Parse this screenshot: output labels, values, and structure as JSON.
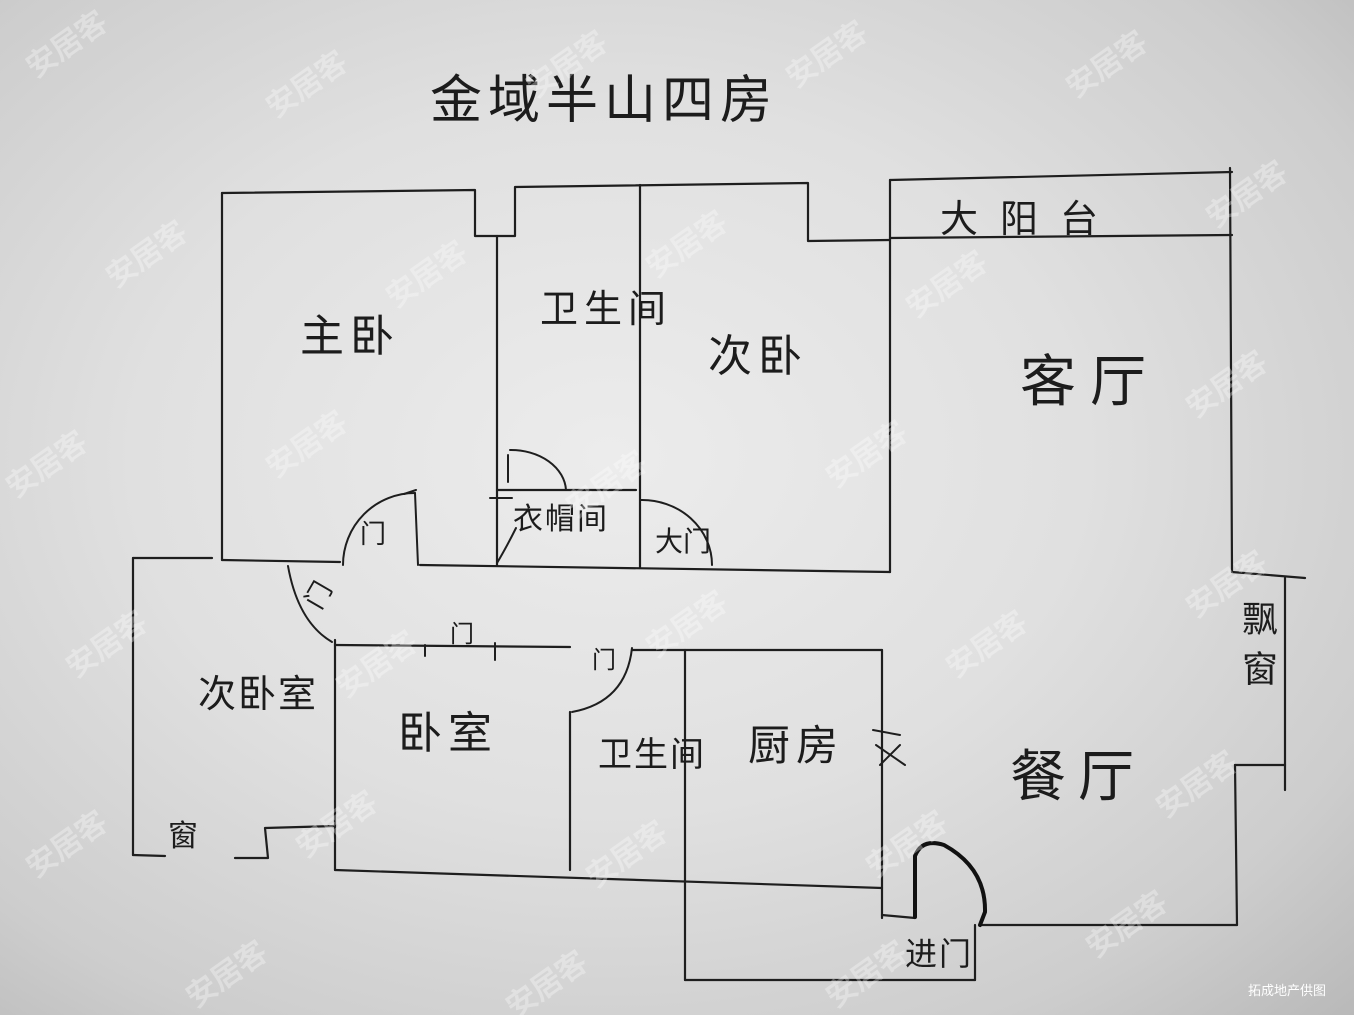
{
  "title": "金域半山四房",
  "rooms": {
    "master_bedroom": "主卧",
    "bathroom_top": "卫生间",
    "second_bedroom": "次卧",
    "balcony": "大阳台",
    "living_room": "客厅",
    "cloakroom": "衣帽间",
    "second_bedroom_left": "次卧室",
    "bedroom": "卧室",
    "bathroom_bottom": "卫生间",
    "kitchen": "厨房",
    "dining_room": "餐厅"
  },
  "doors": {
    "master_door": "门",
    "big_door": "大门",
    "left_door": "门",
    "bedroom_door": "门",
    "bathroom_door": "门",
    "entrance": "进门"
  },
  "windows": {
    "left_window": "窗",
    "bay_window": "飘窗"
  },
  "watermark": "安居客",
  "credit": "拓成地产供图",
  "colors": {
    "ink": "#1e1e1e",
    "paper": "#e0e0e0",
    "watermark": "#ffffff"
  }
}
